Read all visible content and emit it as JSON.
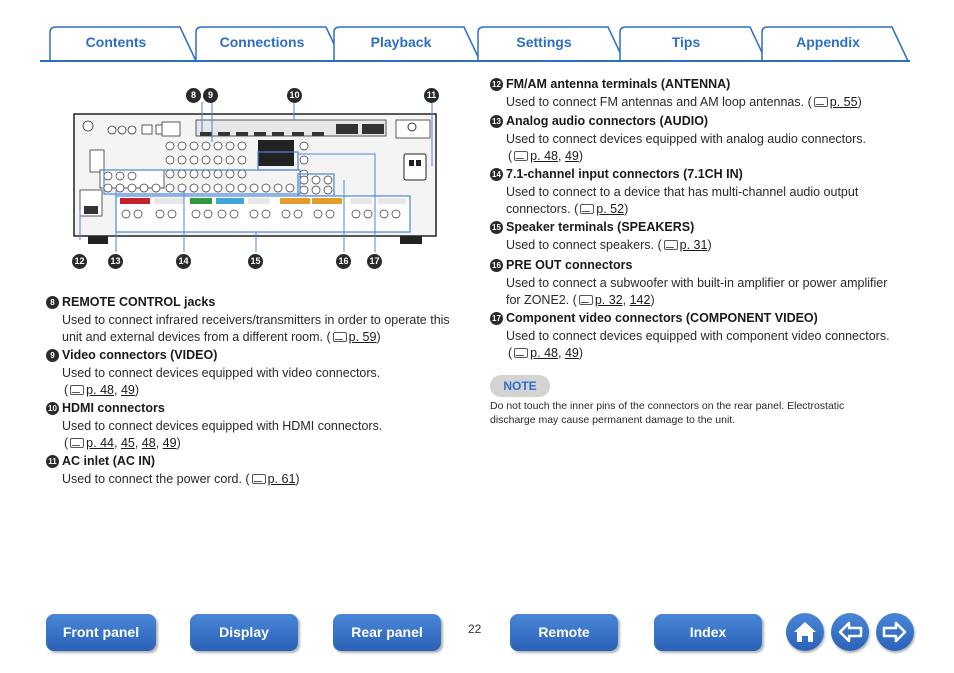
{
  "tabs": [
    {
      "label": "Contents"
    },
    {
      "label": "Connections"
    },
    {
      "label": "Playback"
    },
    {
      "label": "Settings"
    },
    {
      "label": "Tips"
    },
    {
      "label": "Appendix"
    }
  ],
  "markers_top": [
    "8",
    "9",
    "10",
    "11"
  ],
  "markers_bottom": [
    "12",
    "13",
    "14",
    "15",
    "16",
    "17"
  ],
  "left_entries": [
    {
      "num": "8",
      "title": "REMOTE CONTROL jacks",
      "line1": "Used to connect infrared receivers/transmitters in order to operate this",
      "line2": "unit and external devices from a different room.  (",
      "refs": [
        "p. 59"
      ],
      "close": ")"
    },
    {
      "num": "9",
      "title": "Video connectors (VIDEO)",
      "line1": "Used to connect devices equipped with video connectors.",
      "line2": "(",
      "refs": [
        "p. 48",
        "49"
      ],
      "close": ")"
    },
    {
      "num": "10",
      "title": "HDMI connectors",
      "line1": "Used to connect devices equipped with HDMI connectors.",
      "line2": "(",
      "refs": [
        "p. 44",
        "45",
        "48",
        "49"
      ],
      "close": ")"
    },
    {
      "num": "11",
      "title": "AC inlet (AC IN)",
      "line1": "Used to connect the power cord.  (",
      "refs": [
        "p. 61"
      ],
      "close": ")"
    }
  ],
  "right_entries": [
    {
      "num": "12",
      "title": "FM/AM antenna terminals (ANTENNA)",
      "line1": "Used to connect FM antennas and AM loop antennas.  (",
      "refs": [
        "p. 55"
      ],
      "close": ")"
    },
    {
      "num": "13",
      "title": "Analog audio connectors (AUDIO)",
      "line1": "Used to connect devices equipped with analog audio connectors.",
      "line2": "(",
      "refs": [
        "p. 48",
        "49"
      ],
      "close": ")"
    },
    {
      "num": "14",
      "title": "7.1-channel input connectors (7.1CH IN)",
      "line1": "Used to connect to a device that has multi-channel audio output",
      "line2": "connectors.  (",
      "refs": [
        "p. 52"
      ],
      "close": ")"
    },
    {
      "num": "15",
      "title": "Speaker terminals (SPEAKERS)",
      "line1": "Used to connect speakers.  (",
      "refs": [
        "p. 31"
      ],
      "close": ")"
    },
    {
      "num": "16",
      "title": "PRE OUT connectors",
      "line1": "Used to connect a subwoofer with built-in amplifier or power amplifier",
      "line2": "for ZONE2.  (",
      "refs": [
        "p. 32",
        "142"
      ],
      "close": ")"
    },
    {
      "num": "17",
      "title": "Component video connectors (COMPONENT VIDEO)",
      "line1": "Used to connect devices equipped with component video connectors.",
      "line2": "(",
      "refs": [
        "p. 48",
        "49"
      ],
      "close": ")"
    }
  ],
  "note": {
    "label": "NOTE",
    "text_line1": "Do not touch the inner pins of the connectors on the rear panel. Electrostatic",
    "text_line2": "discharge may cause permanent damage to the unit."
  },
  "page_number": "22",
  "nav": {
    "front_panel": "Front panel",
    "display": "Display",
    "rear_panel": "Rear panel",
    "remote": "Remote",
    "index": "Index",
    "home_icon": "home-icon",
    "back_icon": "arrow-left-icon",
    "forward_icon": "arrow-right-icon"
  },
  "colors": {
    "accent": "#2d6fc5",
    "marker": "#2a2a2a",
    "note_badge": "#d3d3d3"
  }
}
